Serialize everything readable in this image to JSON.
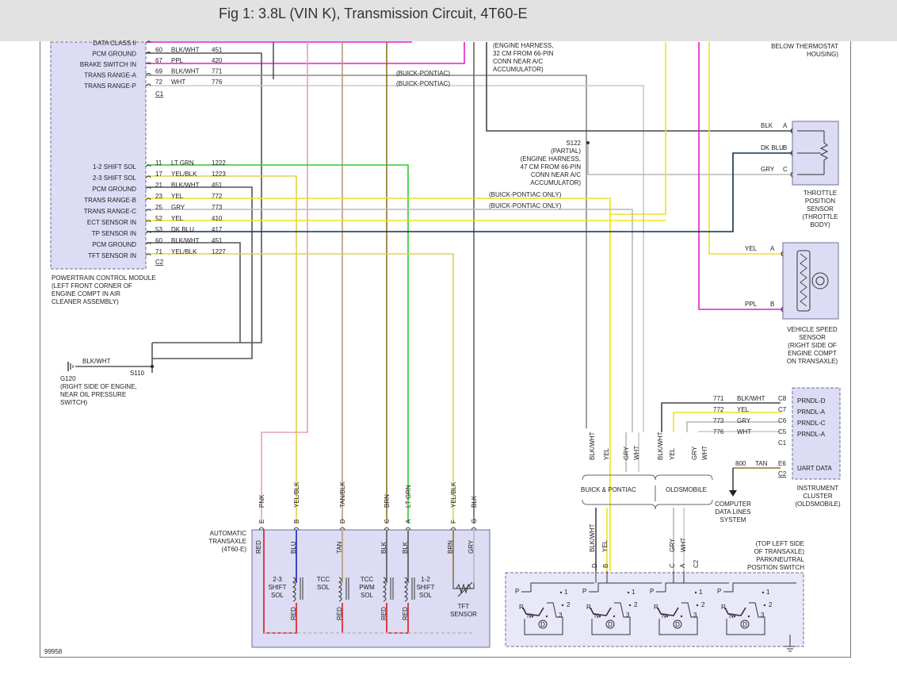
{
  "title": "Fig 1: 3.8L (VIN K), Transmission Circuit, 4T60-E",
  "figure_id": "99958",
  "colors": {
    "background": "#ffffff",
    "title_bar": "#e2e2e2",
    "module_fill": "#dcdcf4",
    "module_border": "#6e6ea0",
    "pink": "#e8a0b8",
    "magenta": "#e020c8",
    "yellow": "#f0e020",
    "yellow_black": "#ddd448",
    "tan": "#b49a78",
    "brown": "#907028",
    "green": "#30c830",
    "gray": "#b8b8b8",
    "black": "#333333",
    "dark_blue": "#103050",
    "red": "#e01818",
    "blue": "#1020c0"
  },
  "pcm": {
    "label_lines": [
      "POWERTRAIN CONTROL MODULE",
      "(LEFT FRONT CORNER OF",
      "ENGINE COMPT IN AIR",
      "CLEANER ASSEMBLY)"
    ],
    "c1": {
      "label": "C1",
      "rows": [
        {
          "name": "DATA CLASS II",
          "pin": "",
          "color": "",
          "circuit": ""
        },
        {
          "name": "PCM GROUND",
          "pin": "60",
          "color": "BLK/WHT",
          "circuit": "451"
        },
        {
          "name": "BRAKE SWITCH IN",
          "pin": "67",
          "color": "PPL",
          "circuit": "420"
        },
        {
          "name": "TRANS RANGE-A",
          "pin": "69",
          "color": "BLK/WHT",
          "circuit": "771"
        },
        {
          "name": "TRANS RANGE-P",
          "pin": "72",
          "color": "WHT",
          "circuit": "776"
        }
      ]
    },
    "c2": {
      "label": "C2",
      "rows": [
        {
          "name": "1-2 SHIFT SOL",
          "pin": "11",
          "color": "LT GRN",
          "circuit": "1222"
        },
        {
          "name": "2-3 SHIFT SOL",
          "pin": "17",
          "color": "YEL/BLK",
          "circuit": "1223"
        },
        {
          "name": "PCM GROUND",
          "pin": "21",
          "color": "BLK/WHT",
          "circuit": "451"
        },
        {
          "name": "TRANS RANGE-B",
          "pin": "23",
          "color": "YEL",
          "circuit": "772"
        },
        {
          "name": "TRANS RANGE-C",
          "pin": "25",
          "color": "GRY",
          "circuit": "773"
        },
        {
          "name": "ECT SENSOR IN",
          "pin": "52",
          "color": "YEL",
          "circuit": "410"
        },
        {
          "name": "TP SENSOR IN",
          "pin": "53",
          "color": "DK BLU",
          "circuit": "417"
        },
        {
          "name": "PCM GROUND",
          "pin": "60",
          "color": "BLK/WHT",
          "circuit": "451"
        },
        {
          "name": "TFT SENSOR IN",
          "pin": "71",
          "color": "YEL/BLK",
          "circuit": "1227"
        }
      ]
    }
  },
  "notes": {
    "buick_pontiac_1": "(BUICK-PONTIAC)",
    "buick_pontiac_2": "(BUICK-PONTIAC)",
    "buick_pontiac_only_1": "(BUICK-PONTIAC ONLY)",
    "buick_pontiac_only_2": "(BUICK-PONTIAC ONLY)",
    "engine_harness_32": [
      "(ENGINE HARNESS,",
      "32 CM FROM 66-PIN",
      "CONN NEAR A/C",
      "ACCUMULATOR)"
    ],
    "below_thermostat": [
      "BELOW THERMOSTAT",
      "HOUSING)"
    ],
    "s122": "S122",
    "s122_lines": [
      "(PARTIAL)",
      "(ENGINE HARNESS,",
      "47 CM FROM 66-PIN",
      "CONN NEAR A/C",
      "ACCUMULATOR)"
    ]
  },
  "ground": {
    "wire_color": "BLK/WHT",
    "splice": "S110",
    "ground_id": "G120",
    "lines": [
      "(RIGHT SIDE OF ENGINE,",
      "NEAR OIL PRESSURE",
      "SWITCH)"
    ]
  },
  "tps": {
    "pins": [
      {
        "letter": "A",
        "color": "BLK"
      },
      {
        "letter": "B",
        "color": "DK BLU"
      },
      {
        "letter": "C",
        "color": "GRY"
      }
    ],
    "label_lines": [
      "THROTTLE",
      "POSITION",
      "SENSOR",
      "(THROTTLE",
      "BODY)"
    ]
  },
  "vss": {
    "pins": [
      {
        "letter": "A",
        "color": "YEL"
      },
      {
        "letter": "B",
        "color": "PPL"
      }
    ],
    "label_lines": [
      "VEHICLE SPEED",
      "SENSOR",
      "(RIGHT SIDE OF",
      "ENGINE COMPT",
      "ON TRANSAXLE)"
    ]
  },
  "cluster": {
    "rows": [
      {
        "circuit": "771",
        "color": "BLK/WHT",
        "pin": "C8",
        "name": "PRNDL-D"
      },
      {
        "circuit": "772",
        "color": "YEL",
        "pin": "C7",
        "name": "PRNDL-A"
      },
      {
        "circuit": "773",
        "color": "GRY",
        "pin": "C6",
        "name": "PRNDL-C"
      },
      {
        "circuit": "776",
        "color": "WHT",
        "pin": "C5",
        "name": "PRNDL-A"
      },
      {
        "circuit": "",
        "color": "",
        "pin": "C1",
        "name": ""
      }
    ],
    "uart": {
      "circuit": "800",
      "color": "TAN",
      "pin": "E6",
      "name": "UART DATA"
    },
    "c2": "C2",
    "label_lines": [
      "INSTRUMENT",
      "CLUSTER",
      "(OLDSMOBILE)"
    ]
  },
  "computer_data": [
    "COMPUTER",
    "DATA LINES",
    "SYSTEM"
  ],
  "variants": {
    "buick": "BUICK & PONTIAC",
    "olds": "OLDSMOBILE",
    "bp_wires": [
      "BLK/WHT",
      "YEL",
      "GRY",
      "WHT"
    ],
    "old_wires": [
      "BLK/WHT",
      "YEL",
      "GRY",
      "WHT"
    ],
    "bp_low_wires": [
      "BLK/WHT",
      "YEL"
    ],
    "old_low_wires": [
      "GRY",
      "WHT"
    ]
  },
  "transaxle": {
    "label_lines": [
      "AUTOMATIC",
      "TRANSAXLE",
      "(4T60-E)"
    ],
    "pins": [
      {
        "letter": "E",
        "color": "PNK"
      },
      {
        "letter": "B",
        "color": "YEL/BLK"
      },
      {
        "letter": "D",
        "color": "TAN/BLK"
      },
      {
        "letter": "C",
        "color": "BRN"
      },
      {
        "letter": "A",
        "color": "LT GRN"
      },
      {
        "letter": "F",
        "color": "YEL/BLK"
      },
      {
        "letter": "G",
        "color": "BLK"
      }
    ],
    "internal_top": [
      "RED",
      "BLU",
      "TAN",
      "BLK",
      "BLK",
      "BRN",
      "GRY"
    ],
    "internal_bottom": [
      "RED",
      "RED",
      "RED",
      "RED"
    ],
    "components": [
      {
        "lines": [
          "2-3",
          "SHIFT",
          "SOL"
        ]
      },
      {
        "lines": [
          "TCC",
          "SOL"
        ]
      },
      {
        "lines": [
          "TCC",
          "PWM",
          "SOL"
        ]
      },
      {
        "lines": [
          "1-2",
          "SHIFT",
          "SOL"
        ]
      },
      {
        "lines": [
          "TFT",
          "SENSOR"
        ]
      }
    ]
  },
  "pnp": {
    "label_lines": [
      "(TOP LEFT SIDE",
      "OF TRANSAXLE)",
      "PARK/NEUTRAL",
      "POSITION SWITCH"
    ],
    "pins": [
      "D",
      "B",
      "C",
      "A",
      "C2"
    ],
    "switch_letters": [
      "P",
      "R",
      "N",
      "D"
    ],
    "switch_numbers": [
      "1",
      "2",
      "3"
    ]
  }
}
